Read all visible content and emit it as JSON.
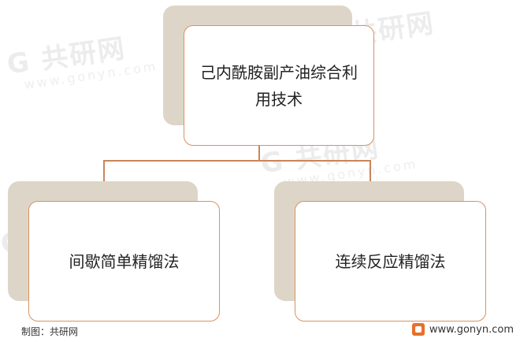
{
  "diagram": {
    "root": {
      "label": "己内酰胺副产油综合利用技术"
    },
    "children": [
      {
        "label": "间歇简单精馏法"
      },
      {
        "label": "连续反应精馏法"
      }
    ]
  },
  "watermark": {
    "brand": "共研网",
    "url": "www.gonyn.com"
  },
  "footer": {
    "source": "制图：共研网",
    "website": "www.gonyn.com"
  },
  "colors": {
    "shadow": "#ddd6c8",
    "border": "#d9925f",
    "connector": "#c9865a",
    "logo": "#e8702a"
  }
}
